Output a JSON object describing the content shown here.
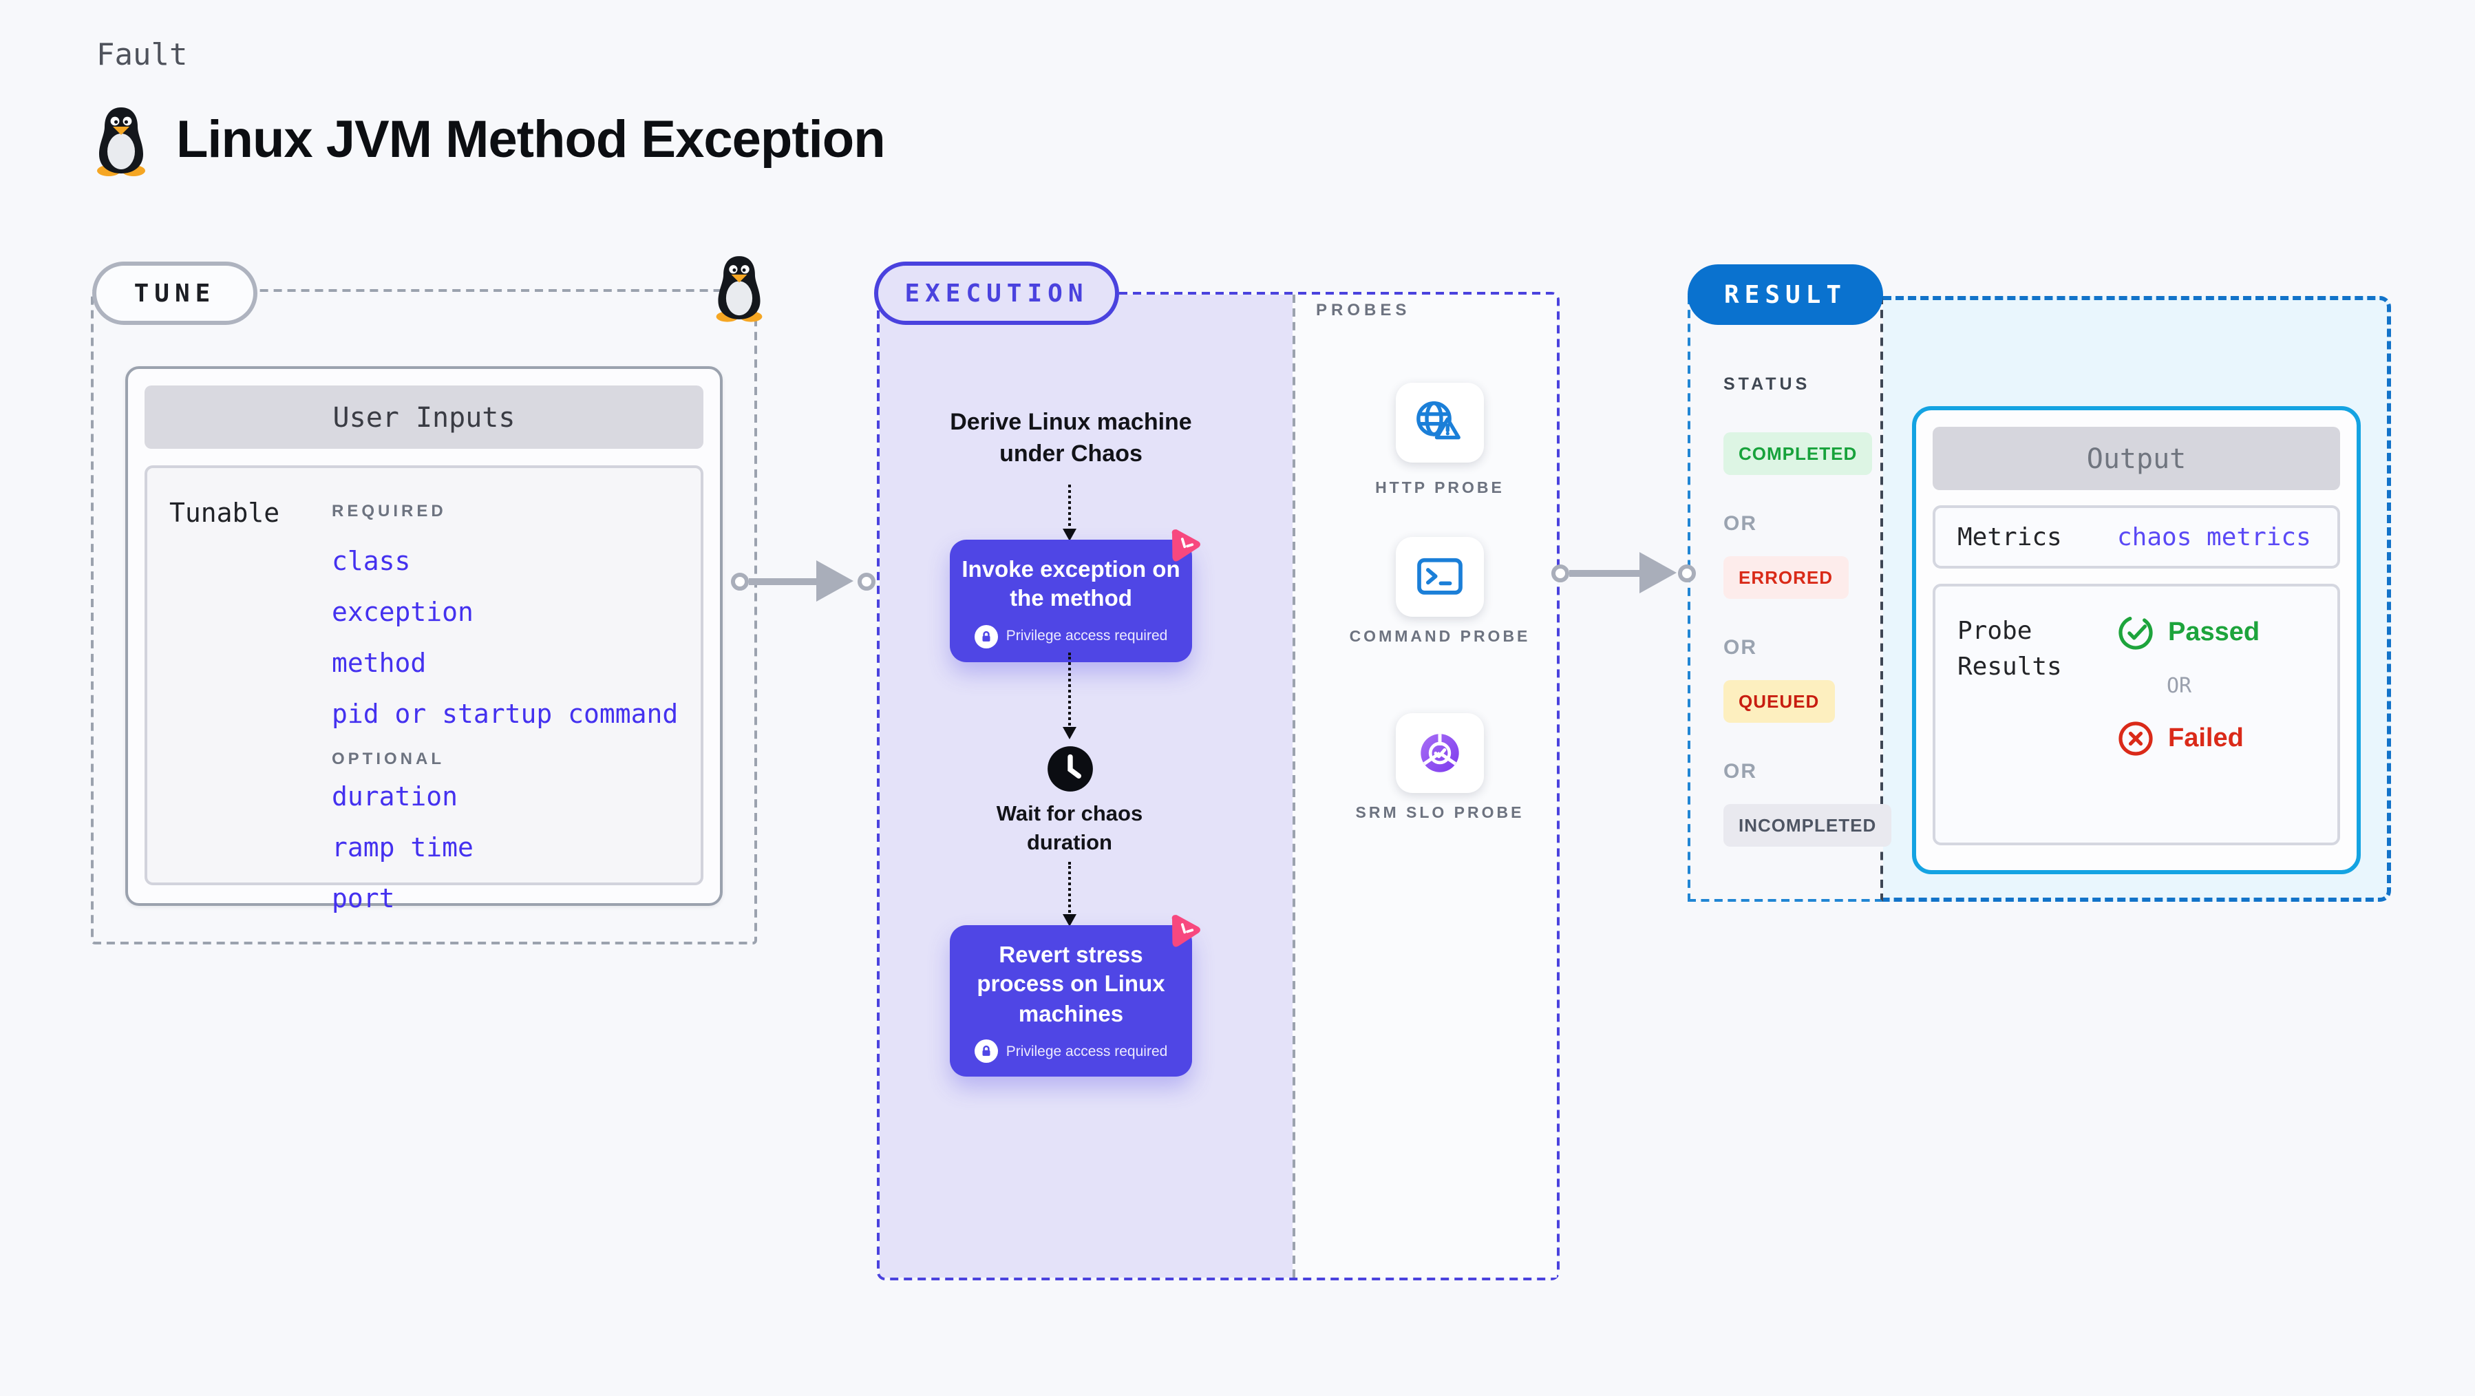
{
  "page": {
    "fault_label": "Fault",
    "title": "Linux JVM Method Exception"
  },
  "tune": {
    "pill": "TUNE",
    "card_header": "User Inputs",
    "row_label": "Tunable",
    "required_label": "REQUIRED",
    "required_items": [
      "class",
      "exception",
      "method",
      "pid or startup command"
    ],
    "optional_label": "OPTIONAL",
    "optional_items": [
      "duration",
      "ramp time",
      "port"
    ]
  },
  "execution": {
    "pill": "EXECUTION",
    "derive_text": "Derive Linux machine under Chaos",
    "invoke_text": "Invoke exception on the method",
    "privilege_text": "Privilege access required",
    "wait_text": "Wait for chaos duration",
    "revert_text": "Revert stress process on Linux machines"
  },
  "probes": {
    "header": "PROBES",
    "items": [
      {
        "label": "HTTP PROBE",
        "icon": "globe-alert-icon"
      },
      {
        "label": "COMMAND PROBE",
        "icon": "terminal-icon"
      },
      {
        "label": "SRM SLO PROBE",
        "icon": "pie-check-icon"
      }
    ]
  },
  "result": {
    "pill": "RESULT",
    "status_label": "STATUS",
    "or_label": "OR",
    "statuses": [
      {
        "label": "COMPLETED",
        "fg": "#17a23b",
        "bg": "#ddf5e4"
      },
      {
        "label": "ERRORED",
        "fg": "#d92a18",
        "bg": "#fdeceb"
      },
      {
        "label": "QUEUED",
        "fg": "#c81d10",
        "bg": "#fdefbf"
      },
      {
        "label": "INCOMPLETED",
        "fg": "#4e5563",
        "bg": "#e9e9ef"
      }
    ],
    "output": {
      "header": "Output",
      "metrics_label": "Metrics",
      "metrics_value": "chaos metrics",
      "probe_results_label": "Probe Results",
      "passed_label": "Passed",
      "failed_label": "Failed"
    }
  },
  "colors": {
    "accent_indigo": "#4f46e5",
    "accent_blue": "#0a72cf",
    "output_border_cyan": "#14a3e2",
    "link_blue": "#4431ef",
    "spark_pink": "#f7487f",
    "arrow_gray": "#a9aeba",
    "passed_green": "#1da43c",
    "failed_red": "#da2a19",
    "lavender_bg": "#e4e2f9",
    "result_bg_cyan": "#e9f6fd"
  }
}
